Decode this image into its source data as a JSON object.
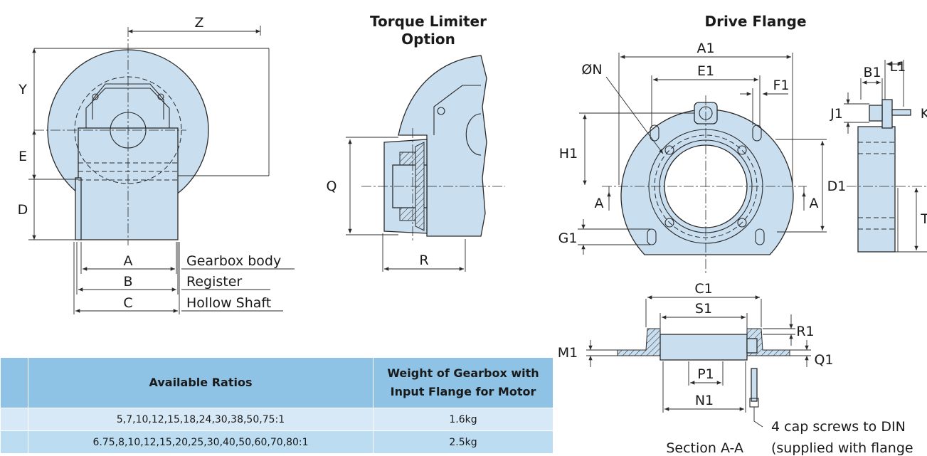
{
  "titles": {
    "torque_limiter": "Torque Limiter",
    "torque_limiter_2": "Option",
    "drive_flange": "Drive Flange"
  },
  "labels": {
    "Z": "Z",
    "Y": "Y",
    "E": "E",
    "D": "D",
    "A": "A",
    "B": "B",
    "C": "C",
    "gearbox_body": "Gearbox body",
    "register": "Register",
    "hollow_shaft": "Hollow Shaft",
    "Q": "Q",
    "R": "R",
    "A1": "A1",
    "E1": "E1",
    "F1": "F1",
    "ON": "ØN",
    "H1": "H1",
    "D1": "D1",
    "G1": "G1",
    "section_a_left": "A",
    "section_a_right": "A",
    "L1": "L1",
    "B1": "B1",
    "J1": "J1",
    "K": "K",
    "T": "T",
    "C1": "C1",
    "S1": "S1",
    "R1": "R1",
    "M1": "M1",
    "Q1": "Q1",
    "P1": "P1",
    "N1": "N1",
    "section_aa": "Section A-A",
    "note_line1": "4 cap screws to DIN",
    "note_line2": "(supplied with flange"
  },
  "table": {
    "headers": [
      "Available Ratios",
      "Weight of Gearbox with",
      "Input Flange for Motor"
    ],
    "rows": [
      {
        "ratios": "5,7,10,12,15,18,24,30,38,50,75:1",
        "weight": "1.6kg"
      },
      {
        "ratios": "6.75,8,10,12,15,20,25,30,40,50,60,70,80:1",
        "weight": "2.5kg"
      }
    ]
  },
  "colors": {
    "part_fill": "#c9deef",
    "table_header": "#8ec3e6",
    "row_light": "#d7e9f6",
    "row_dark": "#bcdcf1"
  }
}
